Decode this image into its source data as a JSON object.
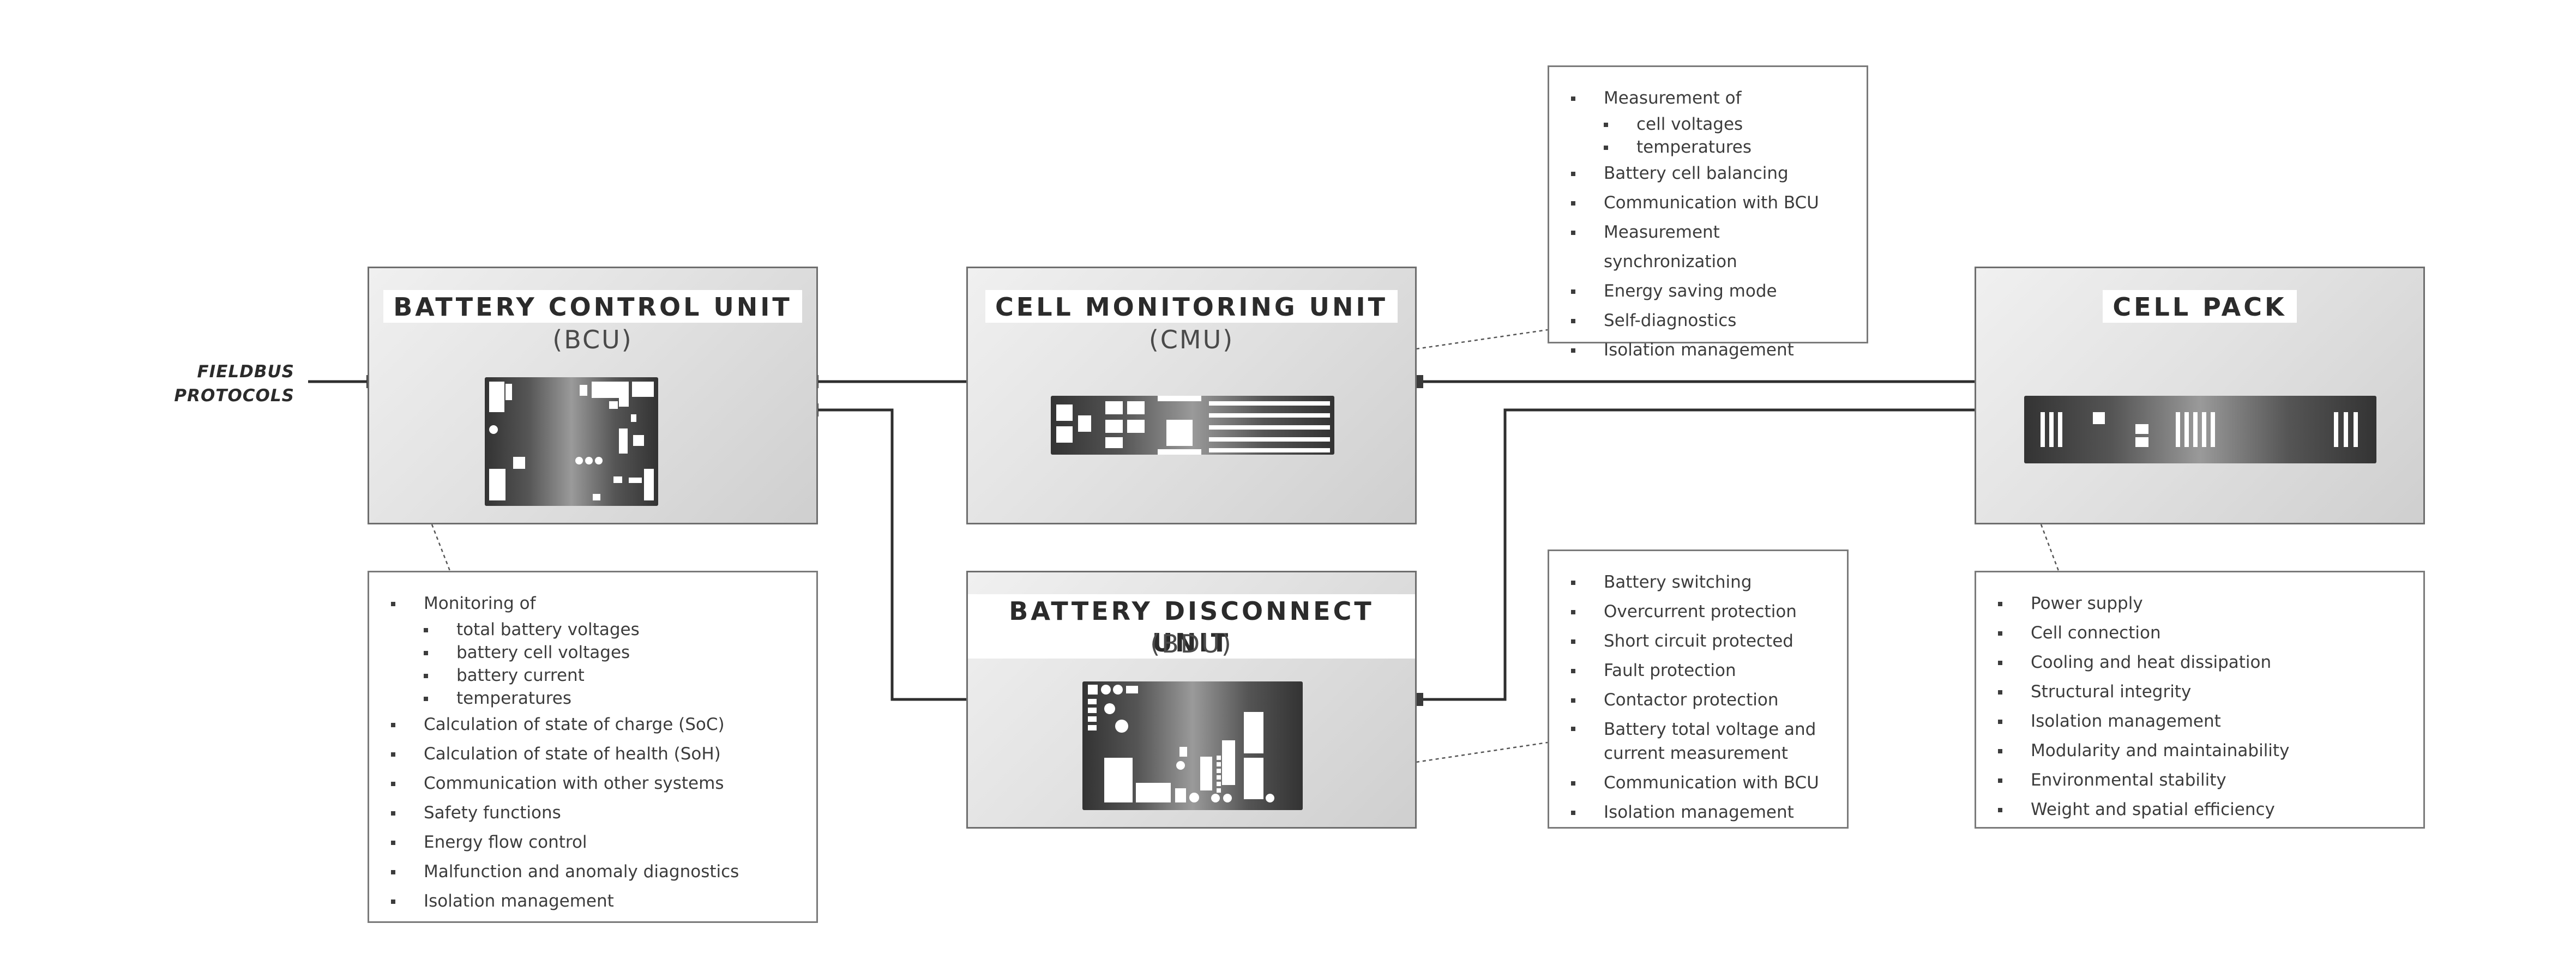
{
  "fieldbus_label": [
    "FIELDBUS",
    "PROTOCOLS"
  ],
  "units": {
    "bcu": {
      "title": "BATTERY CONTROL UNIT",
      "abbr": "(BCU)"
    },
    "cmu": {
      "title": "CELL MONITORING UNIT",
      "abbr": "(CMU)"
    },
    "bdu": {
      "title": "BATTERY DISCONNECT UNIT",
      "abbr": "(BDU)"
    },
    "cell_pack": {
      "title": "CELL PACK"
    }
  },
  "bcu_functions": {
    "items": [
      {
        "text": "Monitoring of",
        "sub": [
          "total battery voltages",
          "battery cell voltages",
          "battery current",
          "temperatures"
        ]
      },
      {
        "text": "Calculation of state of charge (SoC)"
      },
      {
        "text": "Calculation of state of health (SoH)"
      },
      {
        "text": "Communication with other systems"
      },
      {
        "text": "Safety functions"
      },
      {
        "text": "Energy flow control"
      },
      {
        "text": "Malfunction and anomaly diagnostics"
      },
      {
        "text": "Isolation management"
      }
    ]
  },
  "cmu_functions": {
    "items": [
      {
        "text": "Measurement of",
        "sub": [
          "cell voltages",
          "temperatures"
        ]
      },
      {
        "text": "Battery cell balancing"
      },
      {
        "text": "Communication with BCU"
      },
      {
        "text": "Measurement synchronization"
      },
      {
        "text": "Energy saving mode"
      },
      {
        "text": "Self-diagnostics"
      },
      {
        "text": "Isolation management"
      }
    ]
  },
  "bdu_functions": {
    "items": [
      {
        "text": "Battery switching"
      },
      {
        "text": "Overcurrent protection"
      },
      {
        "text": "Short circuit protected"
      },
      {
        "text": "Fault protection"
      },
      {
        "text": "Contactor protection"
      },
      {
        "text": "Battery total voltage and current measurement",
        "lines": [
          "Battery total voltage and",
          "current measurement"
        ]
      },
      {
        "text": "Communication with BCU"
      },
      {
        "text": "Isolation management"
      }
    ]
  },
  "cell_pack_functions": {
    "items": [
      {
        "text": "Power supply"
      },
      {
        "text": "Cell connection"
      },
      {
        "text": "Cooling and heat dissipation"
      },
      {
        "text": "Structural integrity"
      },
      {
        "text": "Isolation management"
      },
      {
        "text": "Modularity and maintainability"
      },
      {
        "text": "Environmental stability"
      },
      {
        "text": "Weight and spatial efficiency"
      }
    ]
  }
}
